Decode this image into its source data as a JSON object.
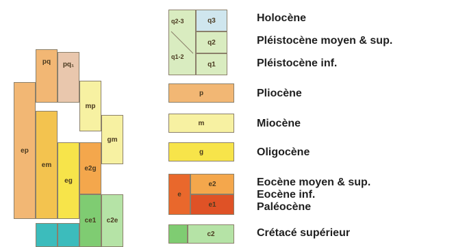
{
  "colors": {
    "holocene": "#cfe6ee",
    "pleistocene": "#d9ecc0",
    "pliocene": "#f2b774",
    "pq1": "#e9c7ad",
    "miocene": "#f7f1a2",
    "oligocene": "#f7e44a",
    "eocene_mid": "#f4a74c",
    "eocene_inf": "#e9682c",
    "paleocene": "#df5226",
    "cretace": "#7fcc72",
    "cretace_light": "#b5e3a6",
    "teal": "#3cbcbc",
    "border": "#8a7f6a"
  },
  "column": {
    "pq": "pq",
    "pq1": "pq₁",
    "mp": "mp",
    "gm": "gm",
    "ep": "ep",
    "em": "em",
    "eg": "eg",
    "e2g": "e2g",
    "ce1": "ce1",
    "c2e": "c2e"
  },
  "legend": {
    "q23": "q2-3",
    "q12": "q1-2",
    "q3": "q3",
    "q2": "q2",
    "q1": "q1",
    "p": "p",
    "m": "m",
    "g": "g",
    "e": "e",
    "e2": "e2",
    "e1": "e1",
    "c2": "c2"
  },
  "labels": {
    "holocene": "Holocène",
    "pleistocene_moy": "Pléistocène moyen & sup.",
    "pleistocene_inf": "Pléistocène inf.",
    "pliocene": "Pliocène",
    "miocene": "Miocène",
    "oligocene": "Oligocène",
    "eocene_moy": "Eocène moyen & sup.",
    "eocene_inf": "Eocène inf.",
    "paleocene": "Paléocène",
    "cretace": "Crétacé supérieur"
  }
}
